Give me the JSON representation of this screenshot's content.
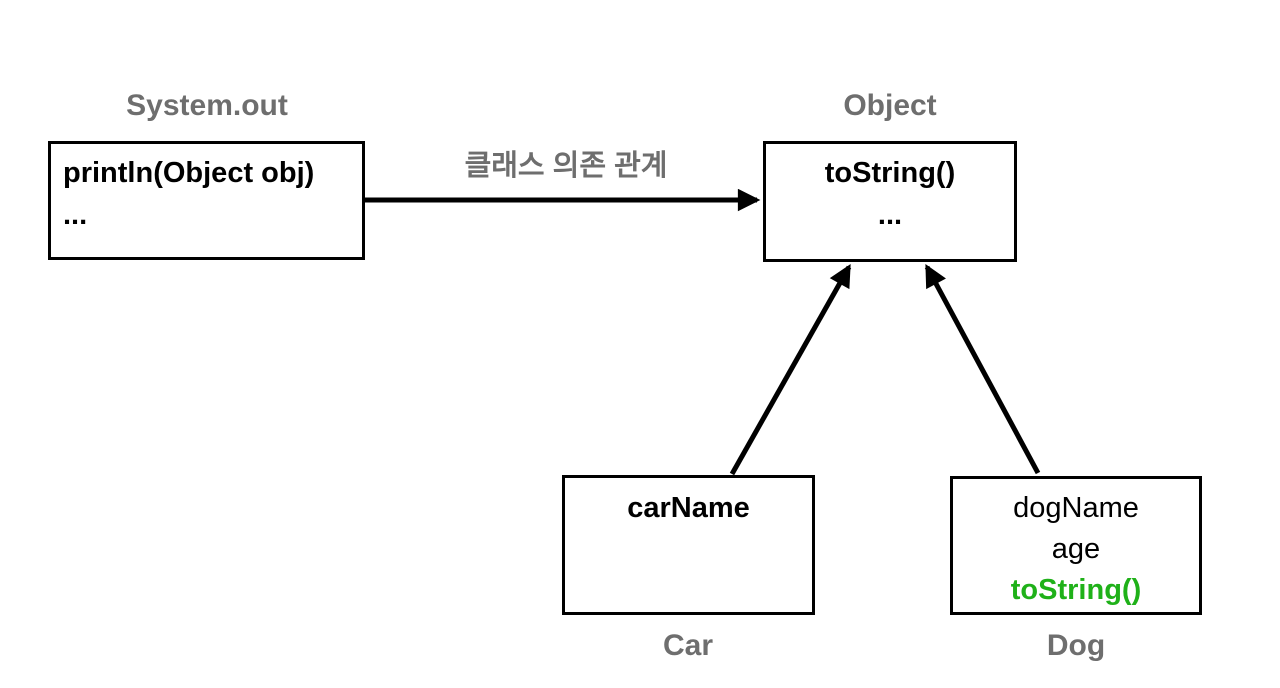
{
  "diagram": {
    "colors": {
      "label_gray": "#6e6e6e",
      "highlight_green": "#1fb119",
      "stroke_black": "#000000"
    },
    "nodes": {
      "system_out": {
        "label": "System.out",
        "lines": [
          "println(Object obj)",
          "..."
        ]
      },
      "object": {
        "label": "Object",
        "lines": [
          "toString()",
          "..."
        ]
      },
      "car": {
        "label": "Car",
        "lines": [
          "carName"
        ]
      },
      "dog": {
        "label": "Dog",
        "lines": [
          "dogName",
          "age"
        ],
        "highlight_line": "toString()"
      }
    },
    "edges": {
      "dependency_label": "클래스 의존 관계"
    }
  }
}
